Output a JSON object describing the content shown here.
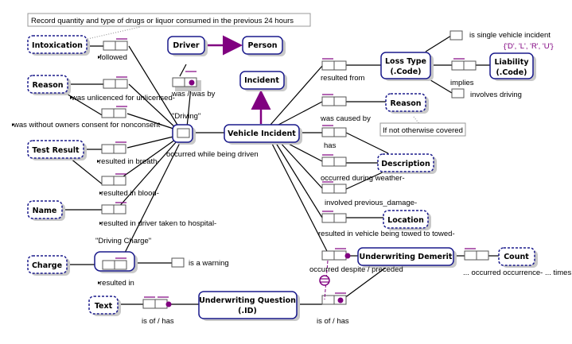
{
  "diagram": {
    "type": "ORM fact-type diagram",
    "colors": {
      "entity_border": "#1a1a8c",
      "constraint": "#800080",
      "line": "#000000",
      "shadow": "#c0c0c0"
    },
    "notes": [
      {
        "id": "note-intoxication",
        "text": "Record quantity  and type of drugs  or liquor consumed in  the previous 24 hours"
      },
      {
        "id": "note-reason",
        "text": "If not otherwise covered"
      }
    ],
    "entities": [
      {
        "id": "intoxication",
        "label": "Intoxication",
        "value_type": true
      },
      {
        "id": "reason-left",
        "label": "Reason",
        "value_type": true
      },
      {
        "id": "test-result",
        "label": "Test Result",
        "value_type": true
      },
      {
        "id": "name",
        "label": "Name",
        "value_type": true
      },
      {
        "id": "charge",
        "label": "Charge",
        "value_type": true
      },
      {
        "id": "text",
        "label": "Text",
        "value_type": true
      },
      {
        "id": "driver",
        "label": "Driver",
        "value_type": false
      },
      {
        "id": "person",
        "label": "Person",
        "value_type": false
      },
      {
        "id": "incident",
        "label": "Incident",
        "value_type": false
      },
      {
        "id": "vehicle-incident",
        "label": "Vehicle Incident",
        "value_type": false
      },
      {
        "id": "loss-type",
        "label": "Loss Type",
        "ref": "(.Code)",
        "value_type": false
      },
      {
        "id": "liability",
        "label": "Liability",
        "ref": "(.Code)",
        "value_type": false
      },
      {
        "id": "reason-right",
        "label": "Reason",
        "value_type": true
      },
      {
        "id": "description",
        "label": "Description",
        "value_type": true
      },
      {
        "id": "location",
        "label": "Location",
        "value_type": true
      },
      {
        "id": "underwriting-demerit",
        "label": "Underwriting Demerit",
        "value_type": false
      },
      {
        "id": "count",
        "label": "Count",
        "value_type": true
      },
      {
        "id": "underwriting-question",
        "label": "Underwriting Question",
        "ref": "(.ID)",
        "value_type": false
      }
    ],
    "objectified": [
      {
        "id": "driving",
        "label": "\"Driving\""
      },
      {
        "id": "driving-charge",
        "label": "\"Driving Charge\""
      }
    ],
    "fact_readings": {
      "followed": "followed",
      "was_unlicenced": "was unlicenced for unlicensed-",
      "was_without_consent": "was without owners consent for nonconsent-",
      "was_was_by": "was / was by",
      "occurred_while_driven": "occurred while being driven",
      "resulted_breath": "resulted in breath-",
      "resulted_blood": "resulted in blood-",
      "resulted_hospital": "resulted in driver taken to hospital-",
      "resulted_in": "resulted in",
      "is_warning": "is a warning",
      "text_is_of_has": "is of / has",
      "resulted_from": "resulted from",
      "is_single_vehicle": "is single vehicle incident",
      "implies": "implies",
      "involves_driving": "involves driving",
      "was_caused_by": "was caused by",
      "has": "has",
      "occurred_weather": "occurred during weather-",
      "involved_damage": "involved previous_damage-",
      "resulted_towed": "resulted in vehicle being towed to towed-",
      "occurred_despite": "occurred despite / preceded",
      "occurred_occurrence": "... occurred occurrence- ... times",
      "q_is_of_has": "is of / has"
    },
    "value_constraint": "{'D', 'L', 'R', 'U'}"
  }
}
